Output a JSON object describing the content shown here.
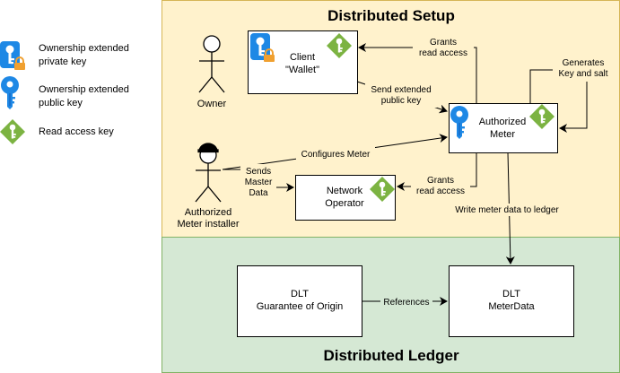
{
  "legend": {
    "private_key": "Ownership extended|private key",
    "public_key": "Ownership extended|public key",
    "read_key": "Read access key"
  },
  "sections": {
    "setup_title": "Distributed Setup",
    "ledger_title": "Distributed Ledger"
  },
  "nodes": {
    "client": "Client|\"Wallet\"",
    "meter": "Authorized|Meter",
    "operator": "Network|Operator",
    "dlt_origin": "DLT|Guarantee of Origin",
    "dlt_meter": "DLT|MeterData"
  },
  "actors": {
    "owner": "Owner",
    "installer": "Authorized|Meter installer"
  },
  "edges": {
    "grants_client": "Grants|read access",
    "send_key": "Send extended|public key",
    "generates": "Generates|Key and salt",
    "configures": "Configures Meter",
    "sends_master": "Sends|Master|Data",
    "grants_operator": "Grants|read access",
    "write_meter": "Write meter data to ledger",
    "references": "References"
  },
  "colors": {
    "setup_fill": "#fff2cc",
    "setup_stroke": "#d6b656",
    "ledger_fill": "#d5e8d4",
    "ledger_stroke": "#82b366",
    "key_blue": "#1e88e5",
    "lock_orange": "#f0a030",
    "diamond_green": "#7cb342"
  },
  "icons": [
    "private-key-icon",
    "public-key-icon",
    "read-access-key-icon",
    "person-icon",
    "installer-person-icon"
  ]
}
